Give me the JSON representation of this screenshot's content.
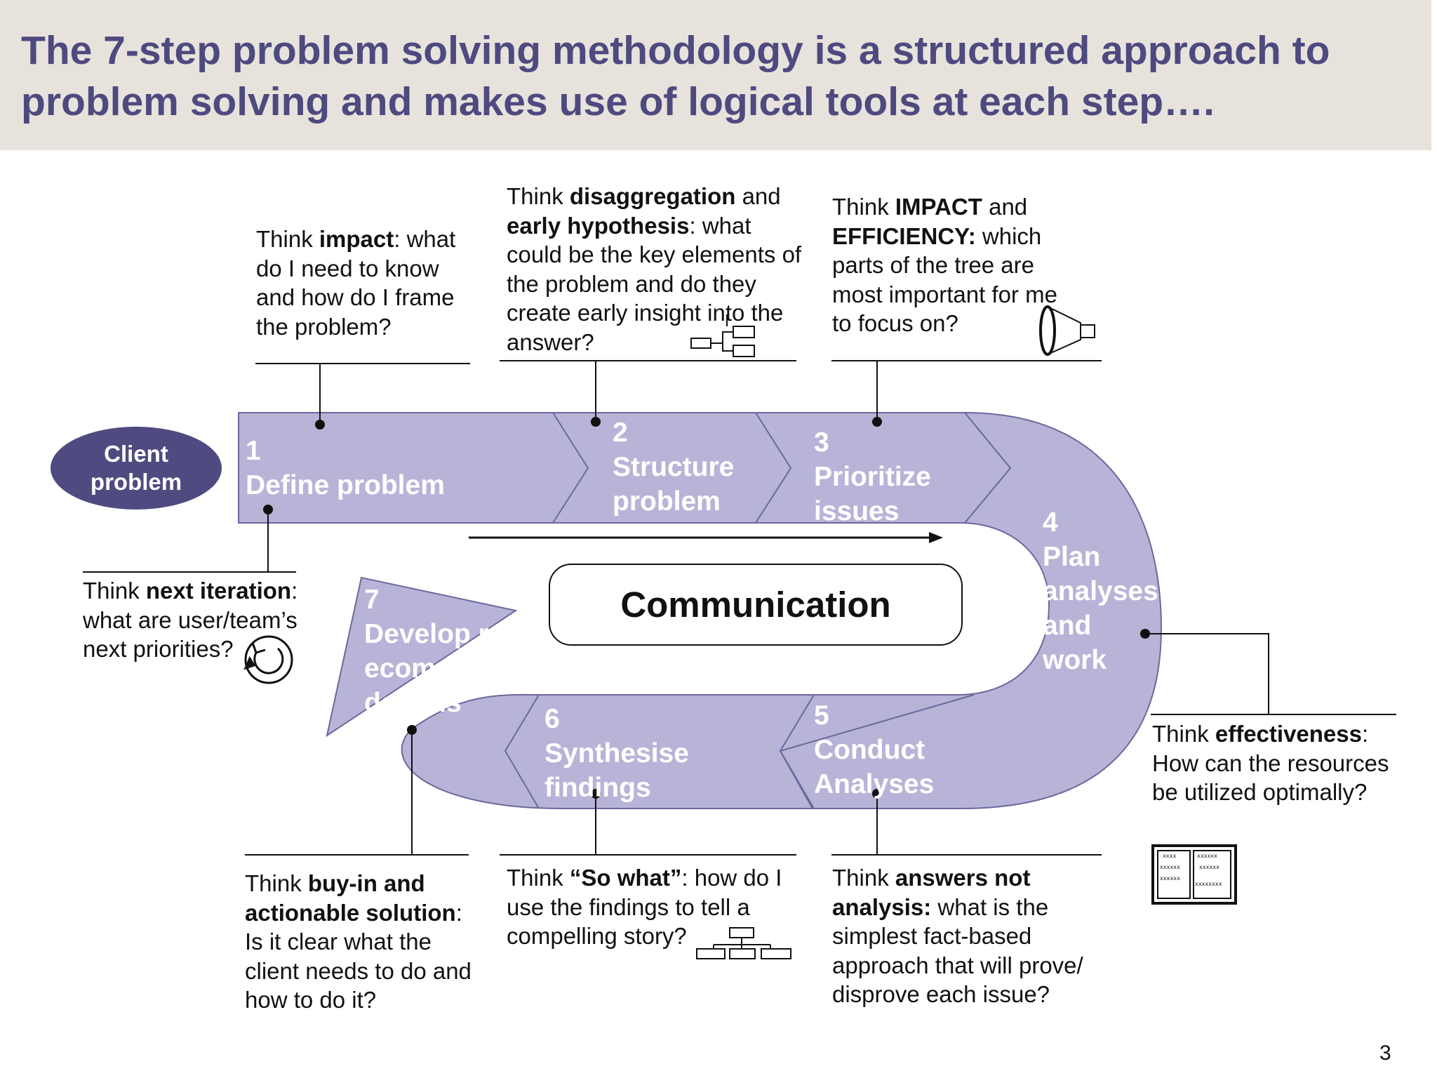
{
  "title": "The 7-step problem solving methodology is a structured approach to problem solving and makes use of logical tools at each step….",
  "client_problem": "Client\nproblem",
  "communication": "Communication",
  "page_number": "3",
  "colors": {
    "band": "#b7b4d8",
    "band_stroke": "#6c689c",
    "header_bg": "#e7e3dc",
    "title": "#4e4a80",
    "client": "#4f4a7f"
  },
  "steps": [
    {
      "number": "1",
      "label": "Define problem"
    },
    {
      "number": "2",
      "label": "Structure problem"
    },
    {
      "number": "3",
      "label": "Prioritize issues"
    },
    {
      "number": "4",
      "label": "Plan analyses and work"
    },
    {
      "number": "5",
      "label": "Conduct Analyses"
    },
    {
      "number": "6",
      "label": "Synthesise findings"
    },
    {
      "number": "7",
      "label": "Develop recommendations"
    }
  ],
  "callouts": {
    "define": {
      "pre": "Think ",
      "bold": "impact",
      "post": ": what do I need to know and how do I frame the problem?"
    },
    "structure": {
      "pre": "Think ",
      "bold1": "disaggregation",
      "mid": " and ",
      "bold2": "early hypothesis",
      "post": ": what could be the key elements of the problem and do they create early insight into the answer?"
    },
    "prioritize": {
      "pre": "Think ",
      "bold1": "IMPACT",
      "mid": " and ",
      "bold2": "EFFICIENCY:",
      "post": " which parts of the tree are most important for me to focus on?"
    },
    "iterate": {
      "pre": "Think ",
      "bold": "next iteration",
      "post": ": what are user/team’s next priorities?"
    },
    "plan": {
      "pre": "Think ",
      "bold": "effectiveness",
      "post": ": How can the resources be utilized optimally?"
    },
    "develop": {
      "pre": "Think ",
      "bold": "buy-in and actionable solution",
      "post": ": Is it clear what the client needs to do and how to do it?"
    },
    "synthesise": {
      "pre": "Think ",
      "bold": "“So what”",
      "post": ": how do I use the findings to tell a compelling story?"
    },
    "conduct": {
      "pre": "Think ",
      "bold": "answers not analysis:",
      "post": " what is the simplest fact-based approach that will prove/ disprove each issue?"
    }
  },
  "icons": {
    "tree": "tree-icon",
    "funnel": "funnel-icon",
    "cycle": "cycle-icon",
    "workplan": "workplan-icon",
    "hierarchy": "hierarchy-icon"
  },
  "workplan_icon_text": [
    "xxxx",
    "xxxxxx",
    "xxxxxx",
    "xxxxxx",
    "xxxxxx",
    "xxxxxxxx"
  ]
}
